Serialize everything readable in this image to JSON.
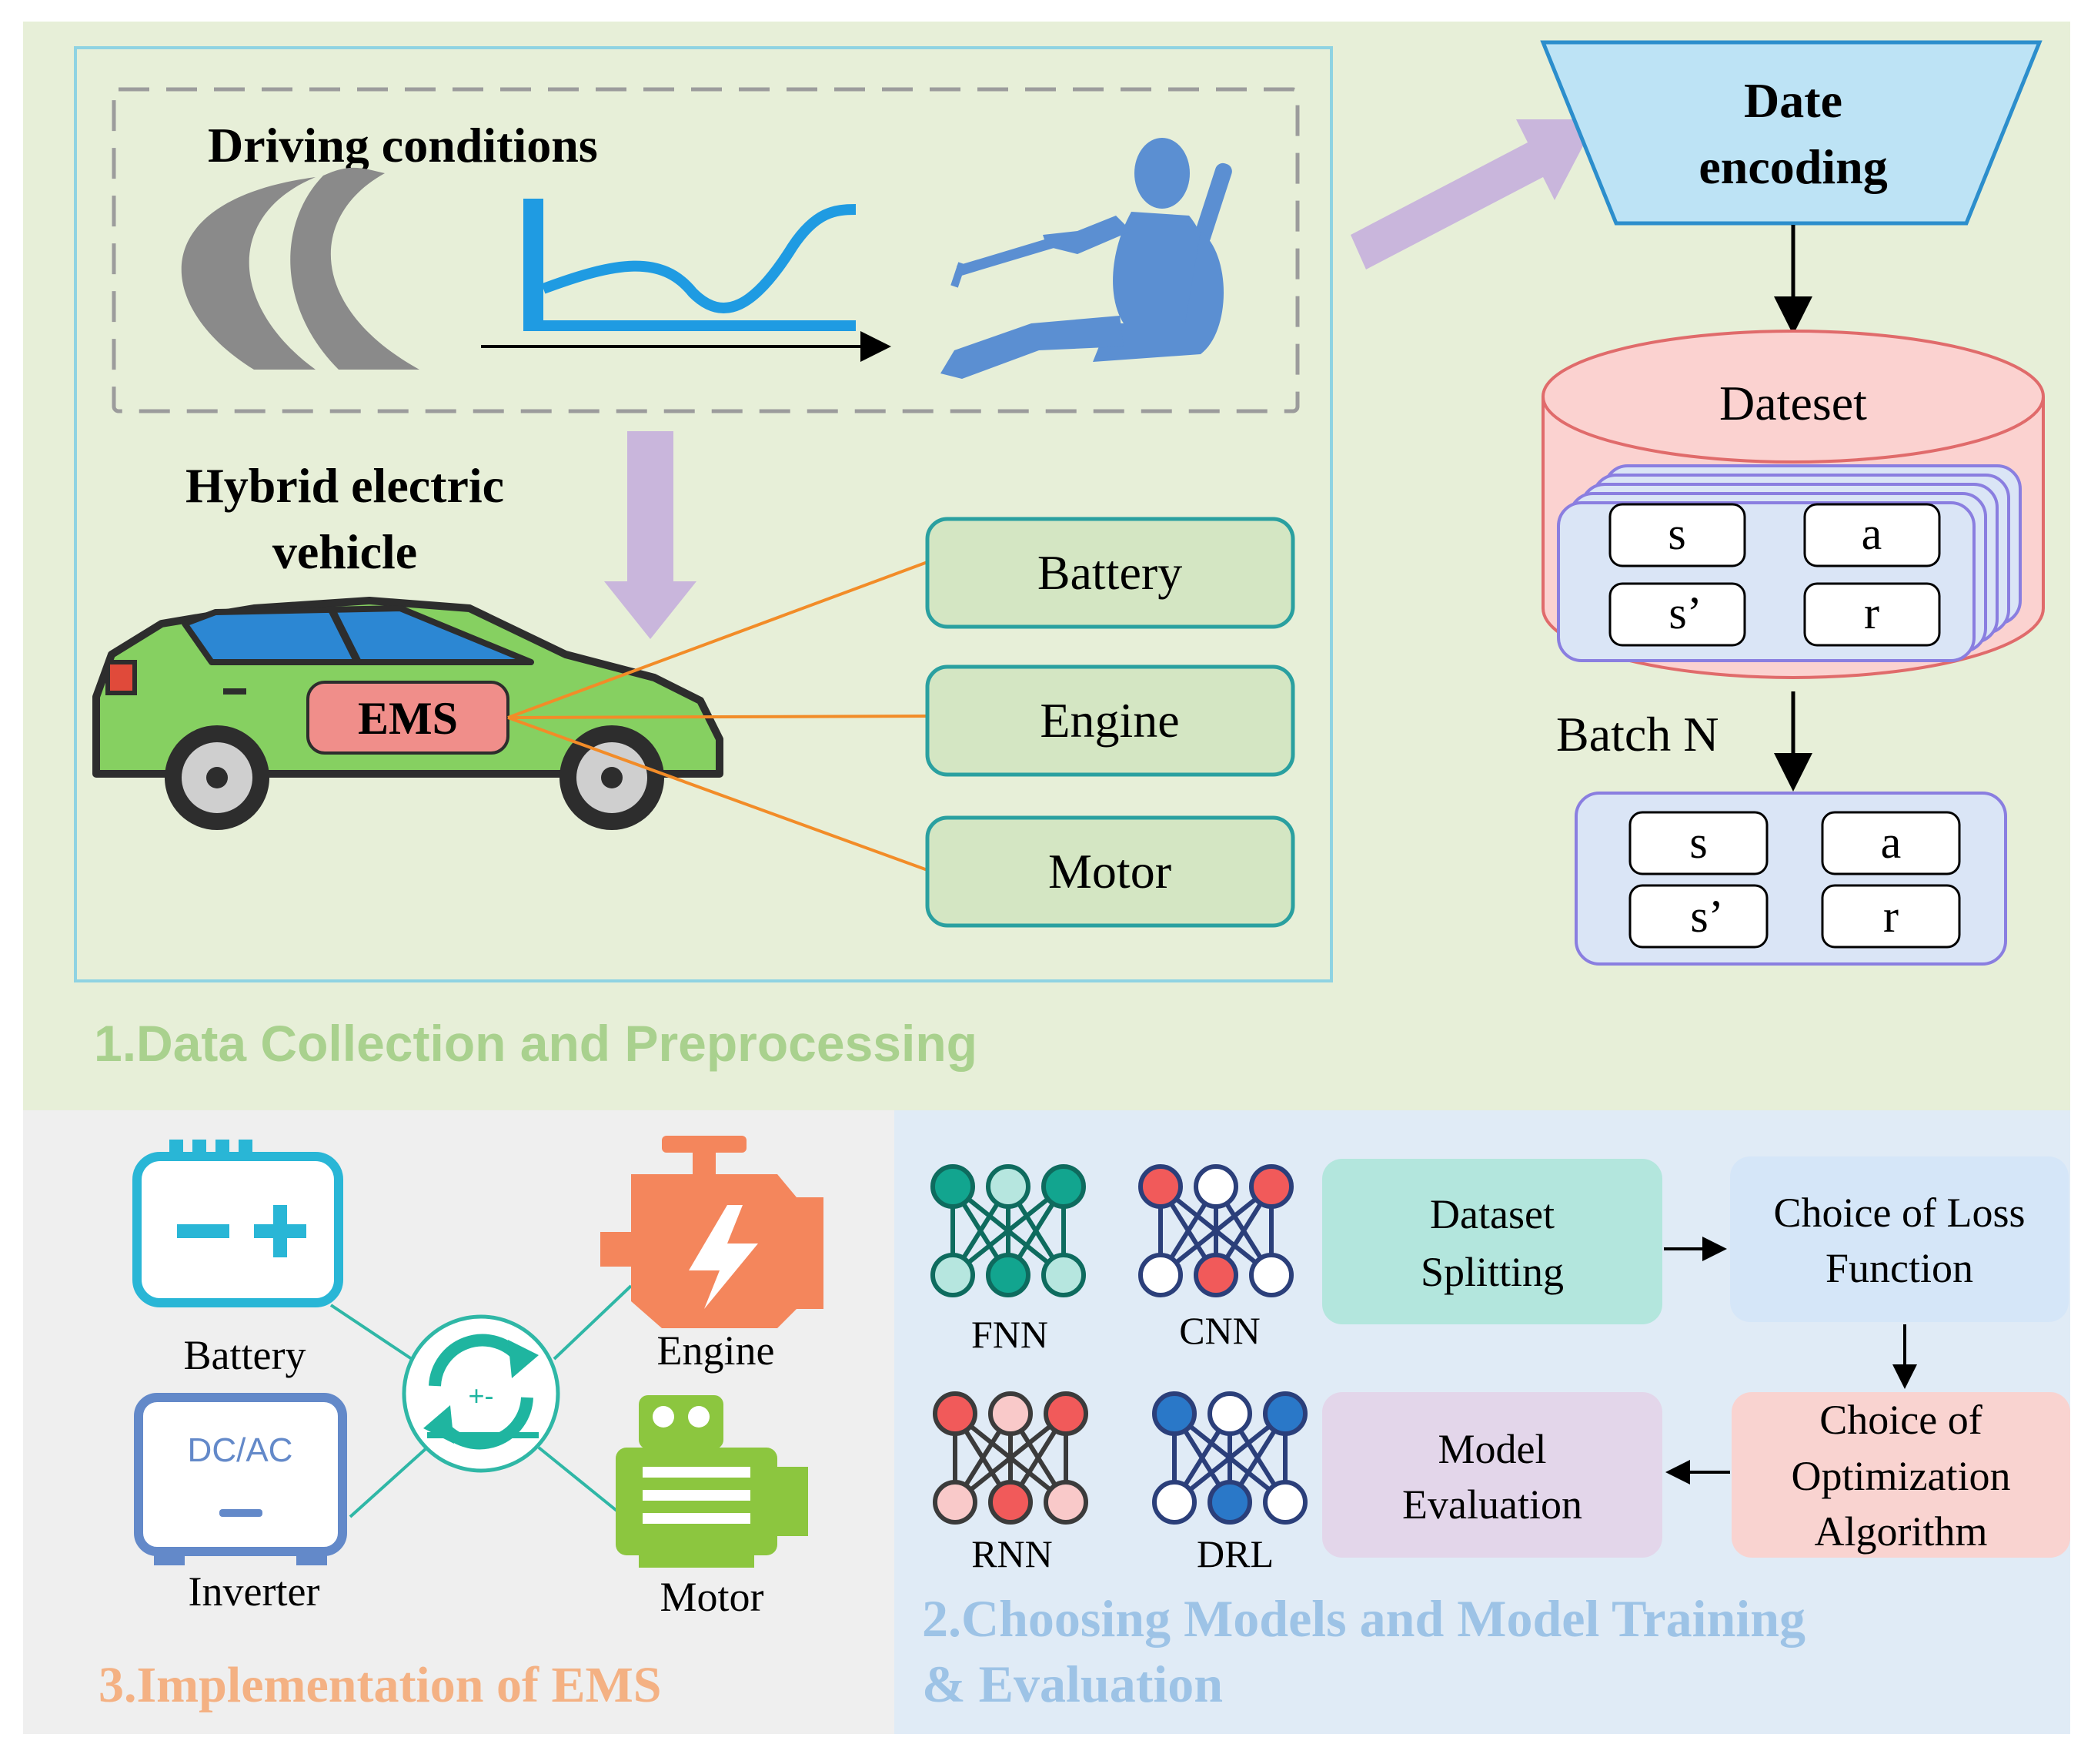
{
  "section1": {
    "title": "1.Data Collection and Preprocessing",
    "driving_conditions": "Driving conditions",
    "hev_line1": "Hybrid electric",
    "hev_line2": "vehicle",
    "ems": "EMS",
    "components": [
      "Battery",
      "Engine",
      "Motor"
    ],
    "encoding_line1": "Date",
    "encoding_line2": "encoding",
    "dataset": "Dateset",
    "batch": "Batch N",
    "cells": [
      "s",
      "a",
      "s’",
      "r"
    ]
  },
  "section2": {
    "title_line1": "2.Choosing Models and Model Training",
    "title_line2": "& Evaluation",
    "models": [
      "FNN",
      "CNN",
      "RNN",
      "DRL"
    ],
    "steps": {
      "splitting": [
        "Dataset",
        "Splitting"
      ],
      "loss": [
        "Choice of Loss",
        "Function"
      ],
      "optim": [
        "Choice of",
        "Optimization",
        "Algorithm"
      ],
      "evaluation": [
        "Model",
        "Evaluation"
      ]
    }
  },
  "section3": {
    "title": "3.Implementation of EMS",
    "labels": [
      "Battery",
      "Engine",
      "Inverter",
      "Motor"
    ],
    "inverter_text": "DC/AC",
    "hub_text": "+-"
  },
  "colors": {
    "sec1_bg": "#e7efd8",
    "sec2_bg": "#e0ebf6",
    "sec3_bg": "#efefef",
    "sec1_title": "#a9d18e",
    "sec2_title": "#9dc3e6",
    "sec3_title": "#f4b183",
    "arrow_purple": "#c9b6dc",
    "orange_line": "#f28c28",
    "teal": "#1fb5a0"
  }
}
